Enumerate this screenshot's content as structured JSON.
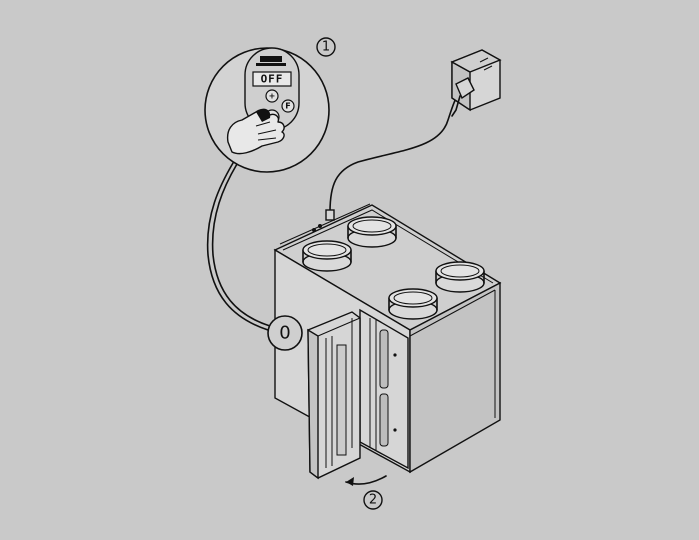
{
  "steps": {
    "step1": "1",
    "step2": "2"
  },
  "controller": {
    "display": "OFF",
    "button_f": "F",
    "button_plus": "+",
    "button_minus": "-"
  },
  "port_label": "0",
  "colors": {
    "background": "#c9c9c9",
    "line": "#111111"
  },
  "icons": [
    "hand-pressing-icon",
    "power-plug-icon",
    "door-open-arrow-icon"
  ]
}
